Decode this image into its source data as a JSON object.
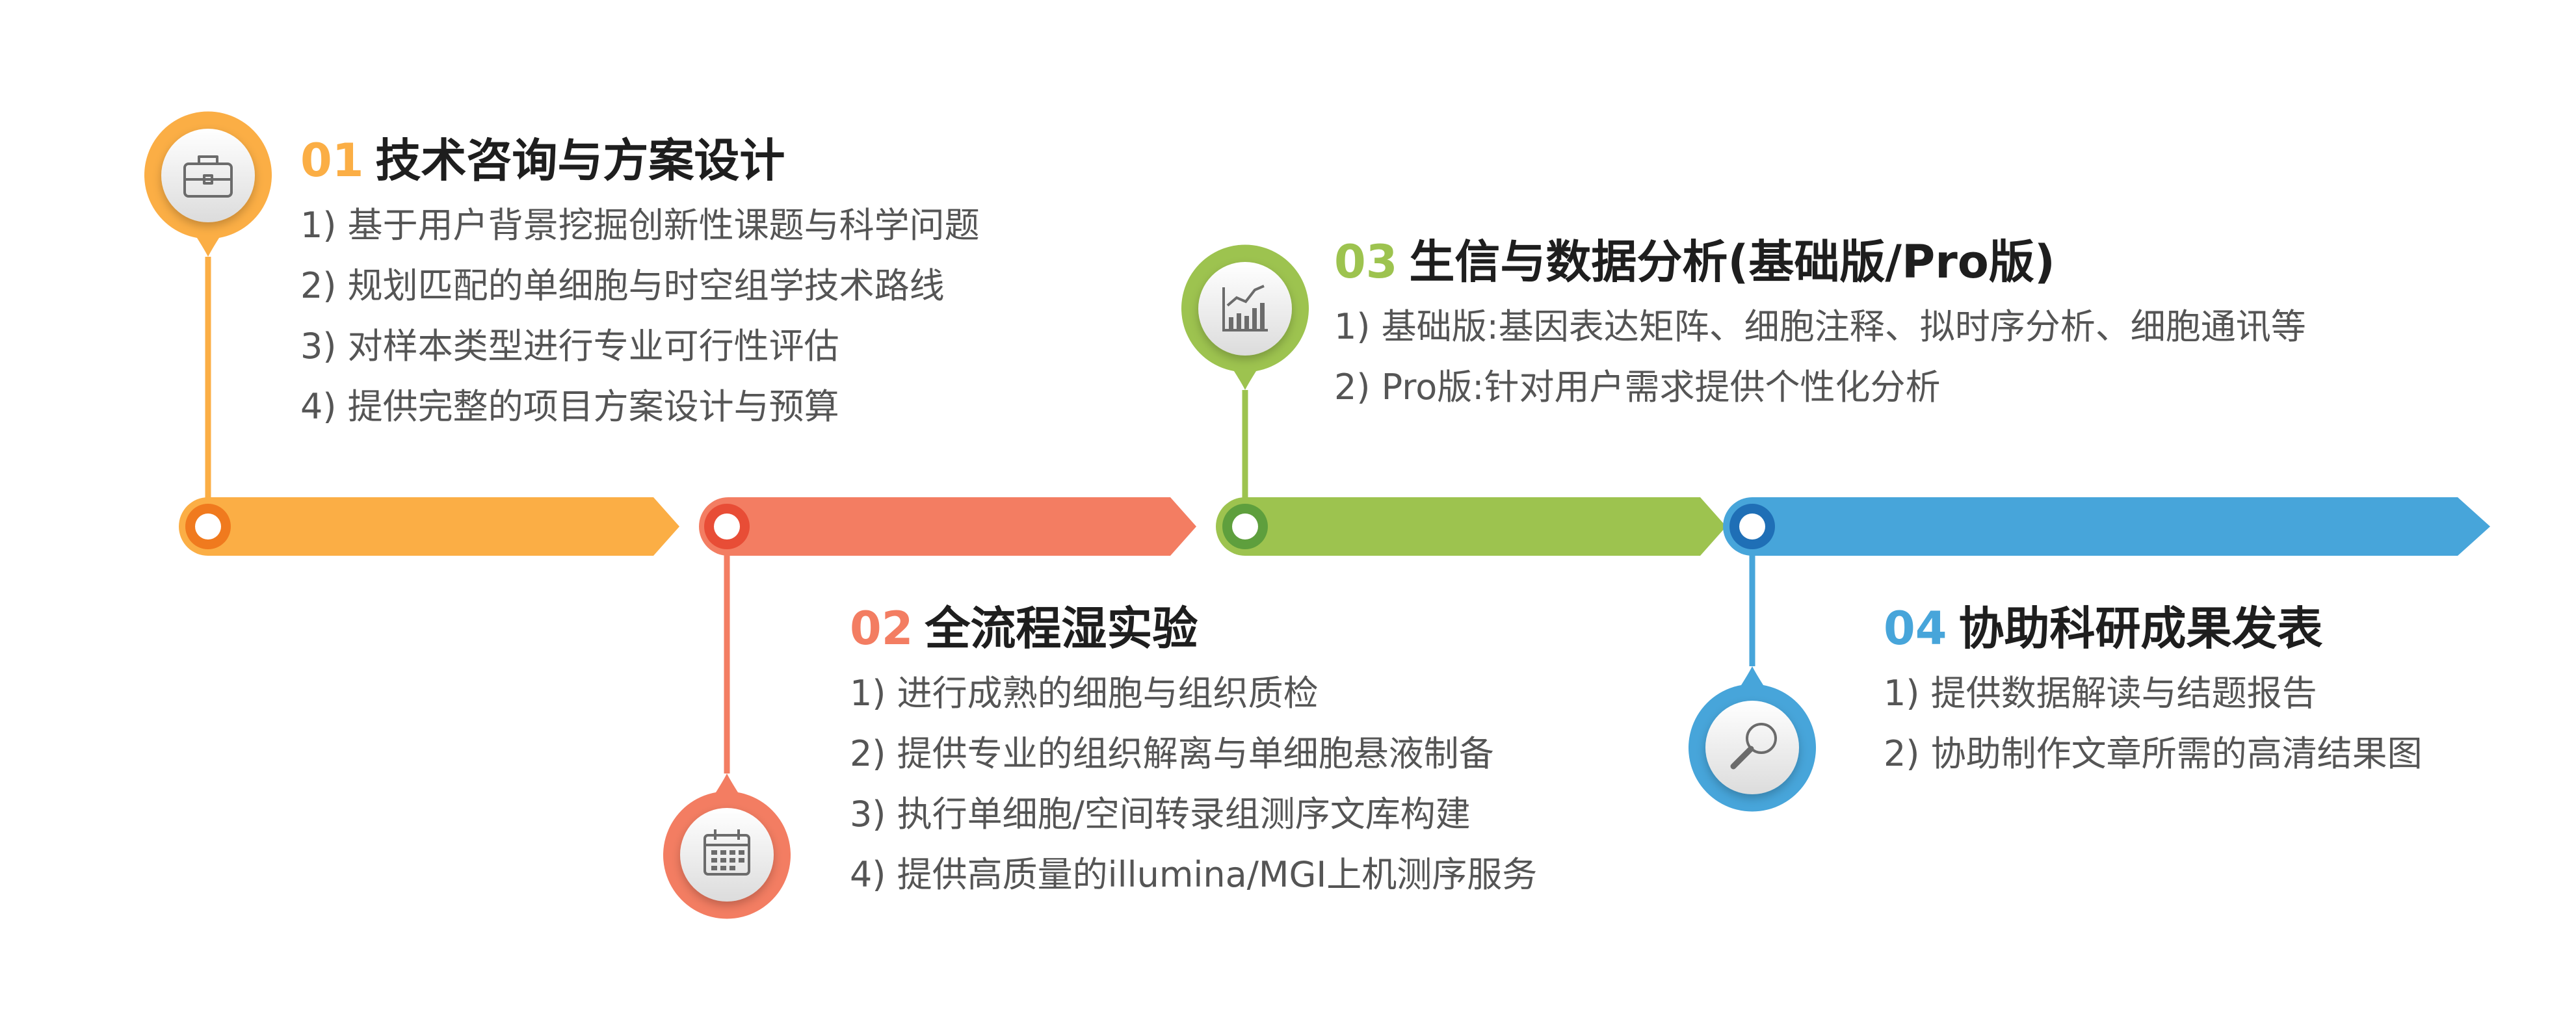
{
  "colors": {
    "step1": "#FBAE45",
    "step1_dark": "#F07A1E",
    "step2": "#F37D62",
    "step2_dark": "#E84D36",
    "step3": "#9DC34F",
    "step3_dark": "#5E9F3D",
    "step4": "#47A5DA",
    "step4_dark": "#1F6FB6",
    "title": "#1e1e1e",
    "text": "#555555"
  },
  "steps": [
    {
      "number": "01",
      "title": "技术咨询与方案设计",
      "icon": "briefcase-icon",
      "items": [
        "1) 基于用户背景挖掘创新性课题与科学问题",
        "2) 规划匹配的单细胞与时空组学技术路线",
        "3) 对样本类型进行专业可行性评估",
        "4) 提供完整的项目方案设计与预算"
      ]
    },
    {
      "number": "02",
      "title": "全流程湿实验",
      "icon": "calendar-icon",
      "items": [
        "1) 进行成熟的细胞与组织质检",
        "2) 提供专业的组织解离与单细胞悬液制备",
        "3) 执行单细胞/空间转录组测序文库构建",
        "4) 提供高质量的illumina/MGI上机测序服务"
      ]
    },
    {
      "number": "03",
      "title": "生信与数据分析(基础版/Pro版)",
      "icon": "chart-icon",
      "items": [
        "1) 基础版:基因表达矩阵、细胞注释、拟时序分析、细胞通讯等",
        "2) Pro版:针对用户需求提供个性化分析"
      ]
    },
    {
      "number": "04",
      "title": "协助科研成果发表",
      "icon": "magnifier-icon",
      "items": [
        "1) 提供数据解读与结题报告",
        "2) 协助制作文章所需的高清结果图"
      ]
    }
  ]
}
